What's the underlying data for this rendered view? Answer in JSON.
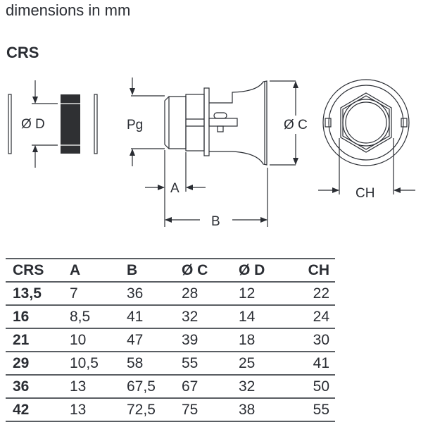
{
  "caption": "dimensions in mm",
  "product_title": "CRS",
  "drawing_labels": {
    "diameter_d": "Ø D",
    "pg": "Pg",
    "diameter_c": "Ø C",
    "a": "A",
    "b": "B",
    "ch": "CH"
  },
  "table": {
    "headers": [
      "CRS",
      "A",
      "B",
      "Ø C",
      "Ø D",
      "CH"
    ],
    "rows": [
      [
        "13,5",
        "7",
        "36",
        "28",
        "12",
        "22"
      ],
      [
        "16",
        "8,5",
        "41",
        "32",
        "14",
        "24"
      ],
      [
        "21",
        "10",
        "47",
        "39",
        "18",
        "30"
      ],
      [
        "29",
        "10,5",
        "58",
        "55",
        "25",
        "41"
      ],
      [
        "36",
        "13",
        "67,5",
        "67",
        "32",
        "50"
      ],
      [
        "42",
        "13",
        "72,5",
        "75",
        "38",
        "55"
      ]
    ]
  }
}
